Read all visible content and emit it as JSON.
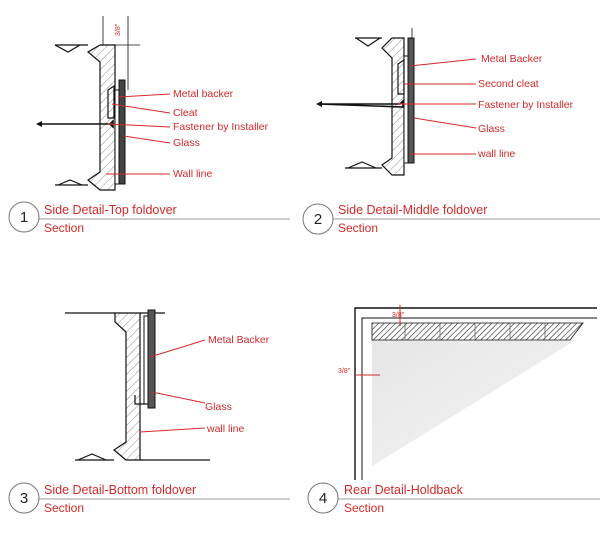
{
  "details": [
    {
      "number": "1",
      "title_a": "Side ",
      "title_b": "Detail-",
      "title_c": "Top foldover",
      "subtitle": "Section",
      "labels": [
        "Metal backer",
        "Cleat",
        "Fastener by Installer",
        "Glass",
        "Wall line"
      ],
      "dimension": "3/8\""
    },
    {
      "number": "2",
      "title_a": "Side ",
      "title_b": "Detail-",
      "title_c": "Middle foldover",
      "subtitle": "Section",
      "labels": [
        "Metal Backer",
        "Second cleat",
        "Fastener by Installer",
        "Glass",
        "wall line"
      ]
    },
    {
      "number": "3",
      "title_a": "Side ",
      "title_b": "Detail-",
      "title_c": "Bottom foldover",
      "subtitle": "Section",
      "labels": [
        "Metal Backer",
        "Glass",
        "wall line"
      ]
    },
    {
      "number": "4",
      "title_a": "Rear ",
      "title_b": "Detail-",
      "title_c": "Holdback",
      "subtitle": "Section",
      "dim_top": "3/8\"",
      "dim_left": "3/8\""
    }
  ],
  "colors": {
    "accent": "#d42a2a",
    "line": "#111111"
  }
}
